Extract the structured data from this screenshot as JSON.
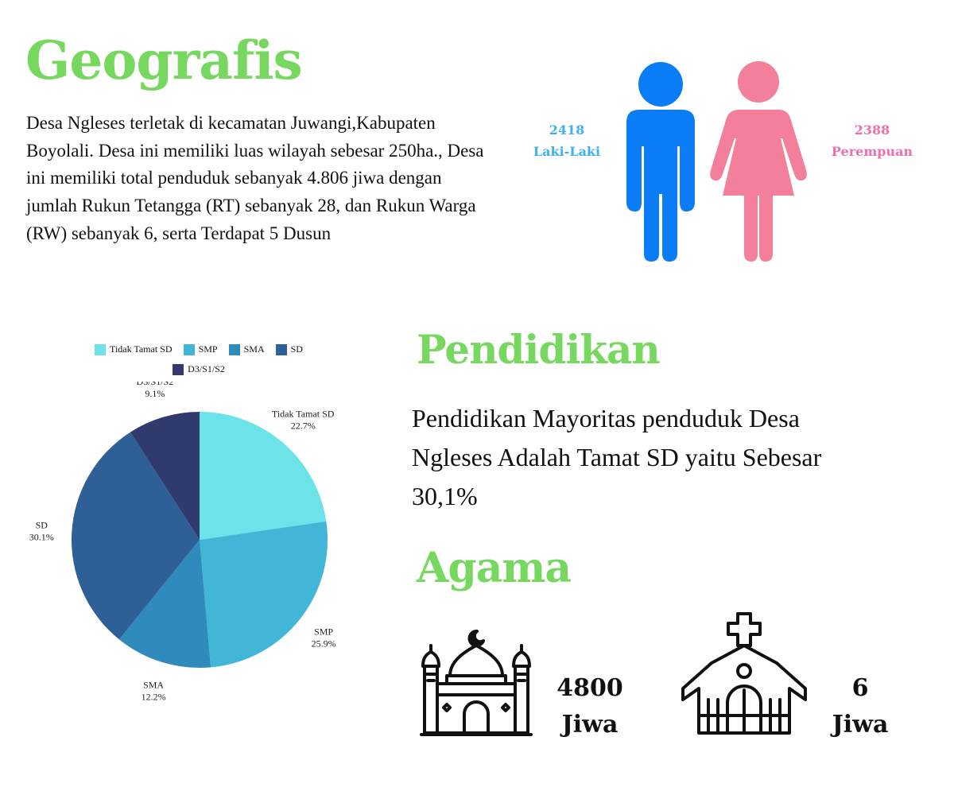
{
  "geografis": {
    "title": "Geografis",
    "description": "Desa Ngleses terletak di kecamatan Juwangi,Kabupaten Boyolali. Desa ini memiliki luas wilayah sebesar 250ha., Desa ini memiliki total penduduk sebanyak 4.806 jiwa dengan jumlah Rukun Tetangga (RT) sebanyak 28, dan Rukun Warga (RW) sebanyak 6, serta Terdapat 5 Dusun"
  },
  "population": {
    "male": {
      "count": "2418",
      "label": "Laki-Laki",
      "color": "#0a7cf5",
      "text_color": "#3db2f0",
      "icon": "male-person-icon"
    },
    "female": {
      "count": "2388",
      "label": "Perempuan",
      "color": "#f47f9b",
      "text_color": "#ee6fae",
      "icon": "female-person-icon"
    }
  },
  "pendidikan": {
    "title": "Pendidikan",
    "description": "Pendidikan Mayoritas penduduk Desa Ngleses Adalah Tamat SD yaitu Sebesar 30,1%"
  },
  "agama": {
    "title": "Agama",
    "islam": {
      "count": "4800",
      "unit": "Jiwa",
      "icon": "mosque-icon"
    },
    "kristen": {
      "count": "6",
      "unit": "Jiwa",
      "icon": "church-icon"
    }
  },
  "chart_data": {
    "type": "pie",
    "categories": [
      "Tidak Tamat SD",
      "SMP",
      "SMA",
      "SD",
      "D3/S1/S2"
    ],
    "values": [
      22.7,
      25.9,
      12.2,
      30.1,
      9.1
    ],
    "value_labels": [
      "22.7%",
      "25.9%",
      "12.2%",
      "30.1%",
      "9.1%"
    ],
    "colors": [
      "#6be3e8",
      "#41b6d6",
      "#2e8bbb",
      "#2e5f96",
      "#313a6d"
    ],
    "legend_position": "top"
  }
}
